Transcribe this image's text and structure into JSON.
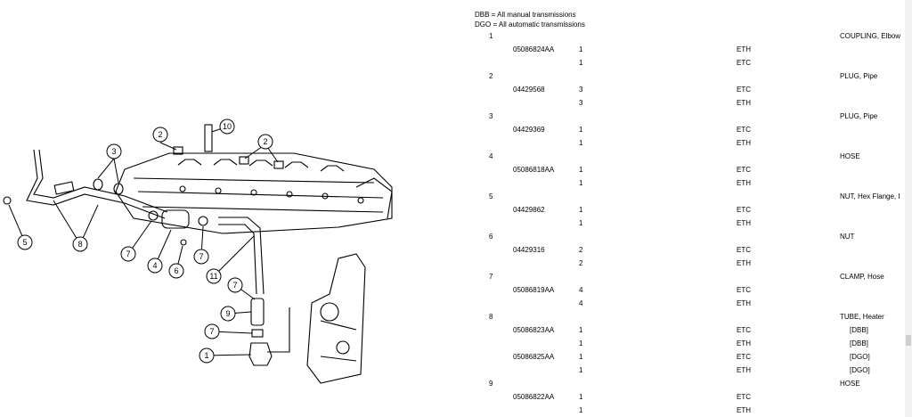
{
  "legend": [
    "DBB =  All manual transmissions",
    "DGO = All automatic transmissions"
  ],
  "rows": [
    {
      "item": "1",
      "part": "",
      "qty": "",
      "code": "",
      "desc": "COUPLING, Elbow"
    },
    {
      "item": "",
      "part": "05086824AA",
      "qty": "1",
      "code": "ETH",
      "desc": ""
    },
    {
      "item": "",
      "part": "",
      "qty": "1",
      "code": "ETC",
      "desc": ""
    },
    {
      "item": "2",
      "part": "",
      "qty": "",
      "code": "",
      "desc": "PLUG, Pipe"
    },
    {
      "item": "",
      "part": "04429568",
      "qty": "3",
      "code": "ETC",
      "desc": ""
    },
    {
      "item": "",
      "part": "",
      "qty": "3",
      "code": "ETH",
      "desc": ""
    },
    {
      "item": "3",
      "part": "",
      "qty": "",
      "code": "",
      "desc": "PLUG, Pipe"
    },
    {
      "item": "",
      "part": "04429369",
      "qty": "1",
      "code": "ETC",
      "desc": ""
    },
    {
      "item": "",
      "part": "",
      "qty": "1",
      "code": "ETH",
      "desc": ""
    },
    {
      "item": "4",
      "part": "",
      "qty": "",
      "code": "",
      "desc": "HOSE"
    },
    {
      "item": "",
      "part": "05086818AA",
      "qty": "1",
      "code": "ETC",
      "desc": ""
    },
    {
      "item": "",
      "part": "",
      "qty": "1",
      "code": "ETH",
      "desc": ""
    },
    {
      "item": "5",
      "part": "",
      "qty": "",
      "code": "",
      "desc": "NUT, Hex Flange, I"
    },
    {
      "item": "",
      "part": "04429862",
      "qty": "1",
      "code": "ETC",
      "desc": ""
    },
    {
      "item": "",
      "part": "",
      "qty": "1",
      "code": "ETH",
      "desc": ""
    },
    {
      "item": "6",
      "part": "",
      "qty": "",
      "code": "",
      "desc": "NUT"
    },
    {
      "item": "",
      "part": "04429316",
      "qty": "2",
      "code": "ETC",
      "desc": ""
    },
    {
      "item": "",
      "part": "",
      "qty": "2",
      "code": "ETH",
      "desc": ""
    },
    {
      "item": "7",
      "part": "",
      "qty": "",
      "code": "",
      "desc": "CLAMP, Hose"
    },
    {
      "item": "",
      "part": "05086819AA",
      "qty": "4",
      "code": "ETC",
      "desc": ""
    },
    {
      "item": "",
      "part": "",
      "qty": "4",
      "code": "ETH",
      "desc": ""
    },
    {
      "item": "8",
      "part": "",
      "qty": "",
      "code": "",
      "desc": "TUBE, Heater"
    },
    {
      "item": "",
      "part": "05086823AA",
      "qty": "1",
      "code": "ETC",
      "desc": "",
      "note": "[DBB]"
    },
    {
      "item": "",
      "part": "",
      "qty": "1",
      "code": "ETH",
      "desc": "",
      "note": "[DBB]"
    },
    {
      "item": "",
      "part": "05086825AA",
      "qty": "1",
      "code": "ETC",
      "desc": "",
      "note": "[DGO]"
    },
    {
      "item": "",
      "part": "",
      "qty": "1",
      "code": "ETH",
      "desc": "",
      "note": "[DGO]"
    },
    {
      "item": "9",
      "part": "",
      "qty": "",
      "code": "",
      "desc": "HOSE"
    },
    {
      "item": "",
      "part": "05086822AA",
      "qty": "1",
      "code": "ETC",
      "desc": ""
    },
    {
      "item": "",
      "part": "",
      "qty": "1",
      "code": "ETH",
      "desc": ""
    }
  ],
  "callouts": [
    "1",
    "2",
    "2",
    "3",
    "4",
    "5",
    "6",
    "7",
    "7",
    "7",
    "7",
    "8",
    "9",
    "10",
    "11"
  ]
}
